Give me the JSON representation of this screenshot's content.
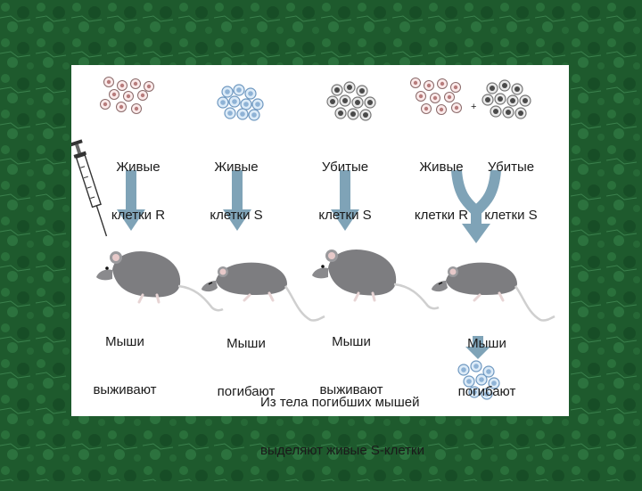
{
  "columns": [
    {
      "label1": "Живые",
      "label2": "клетки R",
      "result1": "Мыши",
      "result2": "выживают",
      "cells": "rough-cells-icon"
    },
    {
      "label1": "Живые",
      "label2": "клетки S",
      "result1": "Мыши",
      "result2": "погибают",
      "cells": "smooth-cells-icon"
    },
    {
      "label1": "Убитые",
      "label2": "клетки S",
      "result1": "Мыши",
      "result2": "выживают",
      "cells": "dead-cells-icon"
    },
    {
      "label1": "Живые",
      "label2": "клетки R",
      "label3": "Убитые",
      "label4": "клетки S",
      "result1": "Мыши",
      "result2": "погибают",
      "plus": "+"
    }
  ],
  "conclusion": {
    "line1": "Из тела погибших мышей",
    "line2": "выделяют живые S-клетки"
  },
  "colors": {
    "background": "#1f5a2e",
    "arrow": "#7fa3b7",
    "mouse": "#7d7d80",
    "smooth_cell": "#9dbfe0"
  }
}
